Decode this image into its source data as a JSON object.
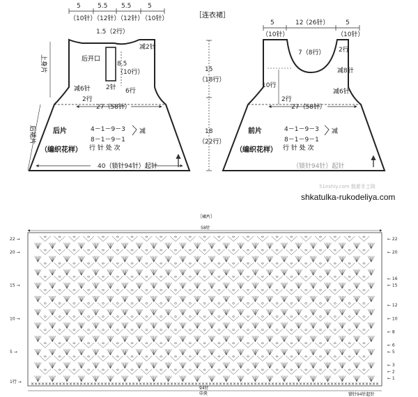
{
  "title_dress": "［连衣裙］",
  "title_skirt": "［裙片］",
  "back": {
    "top_dims": [
      {
        "v": "5",
        "st": "（10针）"
      },
      {
        "v": "5.5",
        "st": "（12针）"
      },
      {
        "v": "5.5",
        "st": "（12针）"
      },
      {
        "v": "5",
        "st": "（10针）"
      }
    ],
    "neck_rows": "1.5（2行）",
    "jian2": "减2针",
    "back_open": "后开口",
    "open_len": "8.5",
    "open_rows": "（10行）",
    "two_st": "2针",
    "six_rows": "6行",
    "dec6": "减6针",
    "two_rows": "2行",
    "width27": "27（58针）",
    "upper_body": "上身片",
    "skirt_side": "后裙片",
    "piece": "后片",
    "pattern": "（编织花样）",
    "dec1": "4－1－9－3",
    "dec2": "8－1－9－1",
    "dec_hdr": "行 针 处 次",
    "dec_word": "减",
    "bottom": "40（锁针94针）起针"
  },
  "middle": {
    "h1": "15",
    "h1r": "（18行）",
    "h2": "18",
    "h2r": "（22行）"
  },
  "front": {
    "top_dims": [
      {
        "v": "5",
        "st": "（10针）"
      },
      {
        "v": "12",
        "st": "（26针）"
      },
      {
        "v": "5",
        "st": "（10针）"
      }
    ],
    "neck_rows": "7（8行）",
    "two_rows": "2行",
    "dec8": "减8针",
    "ten_rows": "10行",
    "dec6": "减6针",
    "two_rows2": "2行",
    "width27": "27（58针）",
    "piece": "前片",
    "pattern": "（编织花样）",
    "dec1": "4－1－9－3",
    "dec2": "8－1－9－1",
    "dec_hdr": "行 针 处 次",
    "dec_word": "减",
    "bottom_faint": "（锁针94针）起针"
  },
  "watermark": "shkatulka-rukodeliya.com",
  "watermark_faint": "51eshly.com 我爱手工网",
  "chart": {
    "width_label": "58针",
    "bottom_label": "94针",
    "center_label": "中央",
    "start_label": "1行",
    "corner_label": "锁针94针起针",
    "left_rows": [
      "22",
      "20",
      "15",
      "10",
      "5"
    ],
    "right_rows": [
      "22",
      "20",
      "16",
      "15",
      "12",
      "10",
      "8",
      "6",
      "5",
      "3",
      "2",
      "1"
    ]
  },
  "colors": {
    "ink": "#222222",
    "line": "#333333"
  }
}
